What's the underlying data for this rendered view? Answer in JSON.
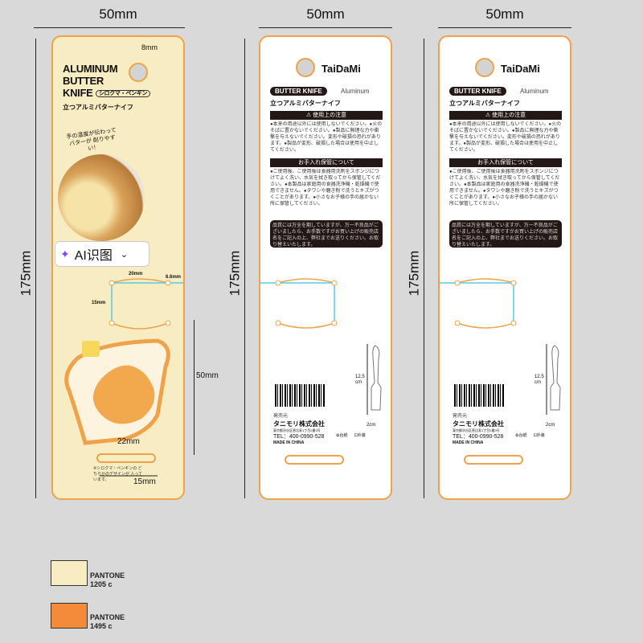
{
  "dimensions": {
    "width": "50mm",
    "height": "175mm",
    "hole_offset": "8mm",
    "tab_width": "20mm",
    "tab_side": "6.6mm",
    "tab_height": "15mm",
    "toast_height": "50mm",
    "slot_width": "22mm",
    "slot_bottom": "15mm",
    "knife_length": "12.5 cm",
    "knife_width": "2cm"
  },
  "front": {
    "title_lines": [
      "ALUMINUM",
      "BUTTER",
      "KNIFE"
    ],
    "variant": "シロクマ・ペンギン",
    "subtitle": "立つアルミバターナイフ",
    "callout": "手の温度が伝わって バターが 削りやすい！",
    "note": "※シロクマ・ペンギンの どちらかのデザインが 入っています。"
  },
  "overlay": {
    "label": "AI识图"
  },
  "back": {
    "brand": "TaiDaMi",
    "product_badge": "BUTTER KNIFE",
    "material": "Aluminum",
    "subtitle": "立つアルミバターナイフ",
    "caution_title": "⚠ 使用上の注意",
    "caution_text": "●本来の用途以外には使用しないでください。●火のそばに置かないでください。●製品に無理な力や衝撃を与えないでください。変形や破損の恐れがあります。●製品が変形、破損した場合は使用を中止してください。",
    "care_title": "お手入れ保管について",
    "care_text": "●ご使用後、ご使用後は食器用洗剤をスポンジにつけてよく洗い、水気を拭き取ってから保管してください。●本製品は家庭用の食器洗浄機・乾燥機で使用できません。●タワシや磨き粉で洗うとキズがつくことがあります。●小さなお子様の手の届かない所に保管してください。",
    "notice_text": "品質には万全を期していますが、万一不良品がございましたら、お手数ですがお買い上げの販売店名をご記入の上、弊社までお送りください。お取り替えいたします。",
    "seller_label": "発売元",
    "company": "タニモリ株式会社",
    "address": "東京都渋谷区恵比寿1丁目2番3号",
    "tel": "TEL：400-0990-528",
    "origin": "MADE IN CHINA",
    "recycle_labels": [
      "台紙",
      "外装"
    ]
  },
  "swatches": [
    {
      "name": "PANTONE",
      "code": "1205 c",
      "color": "#f8edc2"
    },
    {
      "name": "PANTONE",
      "code": "1495 c",
      "color": "#f28c38"
    }
  ],
  "colors": {
    "orange": "#f0a24a",
    "cyan": "#5bc8e8"
  }
}
